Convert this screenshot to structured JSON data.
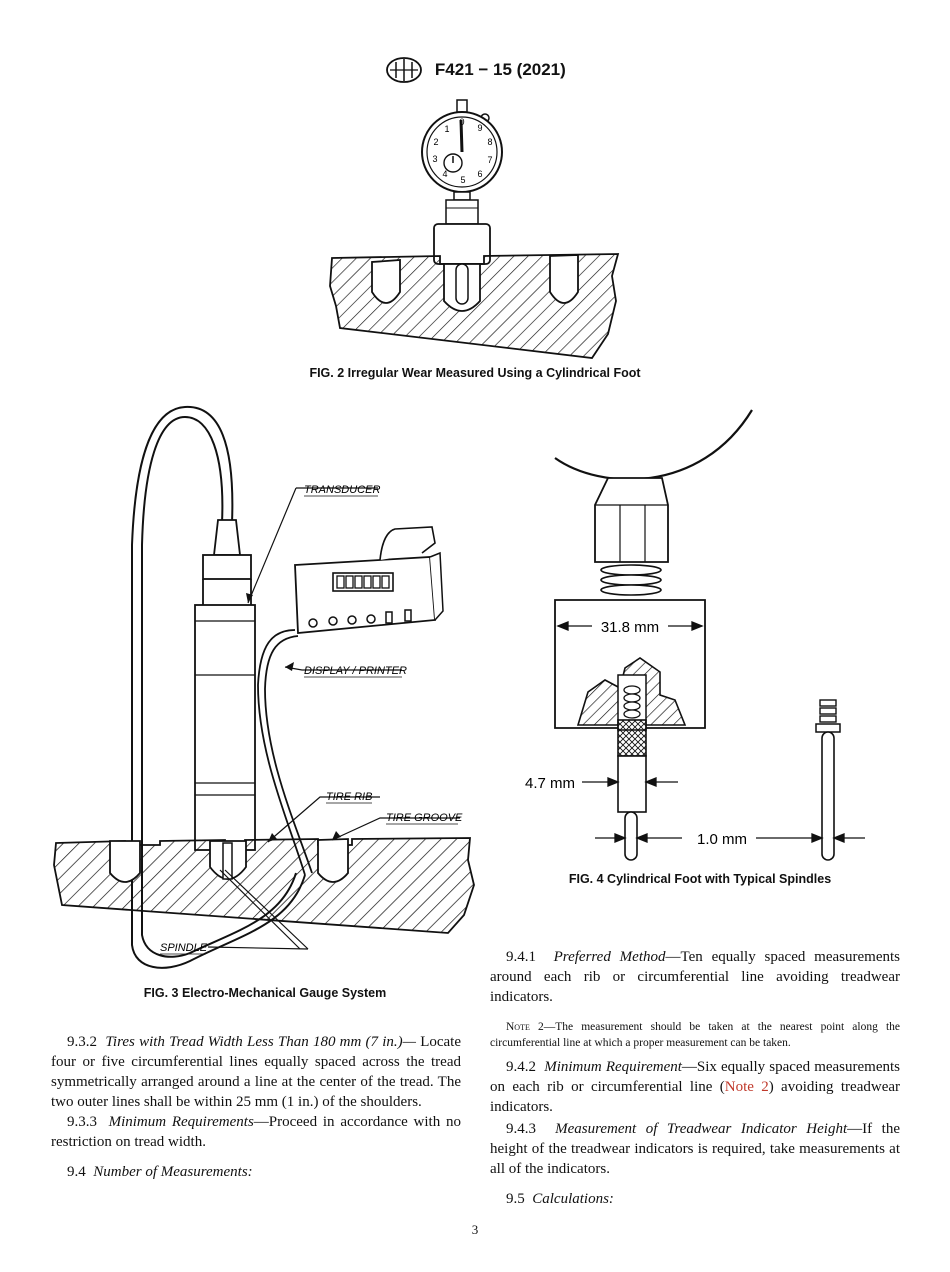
{
  "header": {
    "standard_code": "F421 − 15 (2021)"
  },
  "fig2": {
    "dial_numbers": [
      "0",
      "1",
      "2",
      "3",
      "4",
      "5",
      "6",
      "7",
      "8",
      "9"
    ],
    "caption": "FIG. 2 Irregular Wear Measured Using a Cylindrical Foot"
  },
  "fig3": {
    "label_transducer": "TRANSDUCER",
    "label_display": "DISPLAY / PRINTER",
    "label_tire_rib": "TIRE RIB",
    "label_tire_groove": "TIRE GROOVE",
    "label_spindle": "SPINDLE",
    "caption": "FIG. 3 Electro-Mechanical Gauge System"
  },
  "fig4": {
    "dim_width": "31.8 mm",
    "dim_foot": "4.7 mm",
    "dim_spindle": "1.0 mm",
    "caption": "FIG. 4 Cylindrical Foot with Typical Spindles"
  },
  "left_column": {
    "p932_num": "9.3.2",
    "p932_title": "Tires with Tread Width Less Than 180 mm (7 in.)—",
    "p932_text": "Locate four or five circumferential lines equally spaced across the tread symmetrically arranged around a line at the center of the tread. The two outer lines shall be within 25 mm (1 in.) of the shoulders.",
    "p933_num": "9.3.3",
    "p933_title": "Minimum Requirements",
    "p933_text": "—Proceed in accordance with no restriction on tread width.",
    "p94_num": "9.4",
    "p94_title": "Number of Measurements:"
  },
  "right_column": {
    "p941_num": "9.4.1",
    "p941_title": "Preferred Method",
    "p941_text": "—Ten equally spaced measurements around each rib or circumferential line avoiding treadwear indicators.",
    "note_label": "Note 2",
    "note_text": "—The measurement should be taken at the nearest point along the circumferential line at which a proper measurement can be taken.",
    "p942_num": "9.4.2",
    "p942_title": "Minimum Requirement",
    "p942_text_a": "—Six equally spaced measurements on each rib or circumferential line (",
    "p942_link": "Note 2",
    "p942_text_b": ") avoiding treadwear indicators.",
    "p943_num": "9.4.3",
    "p943_title": "Measurement of Treadwear Indicator Height",
    "p943_text": "—If the height of the treadwear indicators is required, take measurements at all of the indicators.",
    "p95_num": "9.5",
    "p95_title": "Calculations:"
  },
  "page_number": "3",
  "colors": {
    "link": "#c0392b",
    "ink": "#111111"
  }
}
